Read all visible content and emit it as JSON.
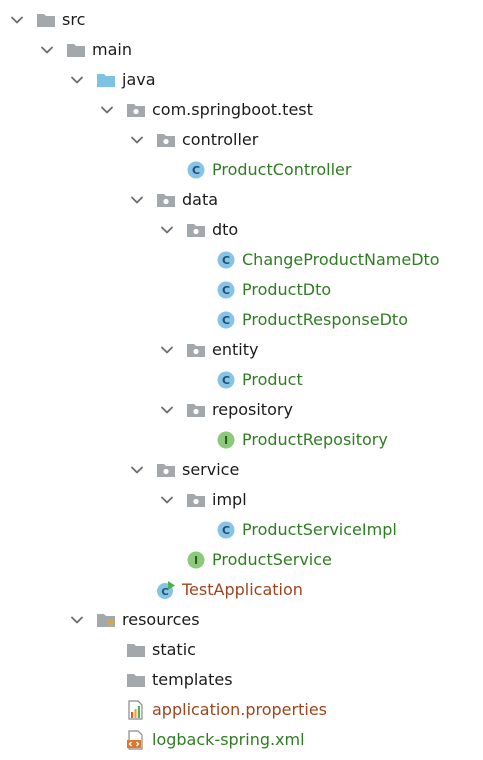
{
  "tree": {
    "src": "src",
    "main": "main",
    "java": "java",
    "package": "com.springboot.test",
    "controller": "controller",
    "product_controller": "ProductController",
    "data": "data",
    "dto": "dto",
    "change_product_name_dto": "ChangeProductNameDto",
    "product_dto": "ProductDto",
    "product_response_dto": "ProductResponseDto",
    "entity": "entity",
    "product": "Product",
    "repository": "repository",
    "product_repository": "ProductRepository",
    "service": "service",
    "impl": "impl",
    "product_service_impl": "ProductServiceImpl",
    "product_service": "ProductService",
    "test_application": "TestApplication",
    "resources": "resources",
    "static": "static",
    "templates": "templates",
    "application_properties": "application.properties",
    "logback_spring_xml": "logback-spring.xml"
  },
  "icons": {
    "class": "class-icon",
    "interface": "interface-icon",
    "folder": "folder-icon",
    "package": "package-icon",
    "source_folder": "source-folder-icon",
    "resources_folder": "resources-folder-icon",
    "spring_app": "spring-application-class-icon",
    "properties": "properties-file-icon",
    "xml": "xml-file-icon"
  },
  "colors": {
    "class_text": "#2f7d23",
    "app_text": "#a0441e",
    "class_icon": "#86c3e6",
    "interface_icon": "#8cc97a",
    "folder": "#a3a8ad",
    "source_folder": "#7cc3e3"
  }
}
